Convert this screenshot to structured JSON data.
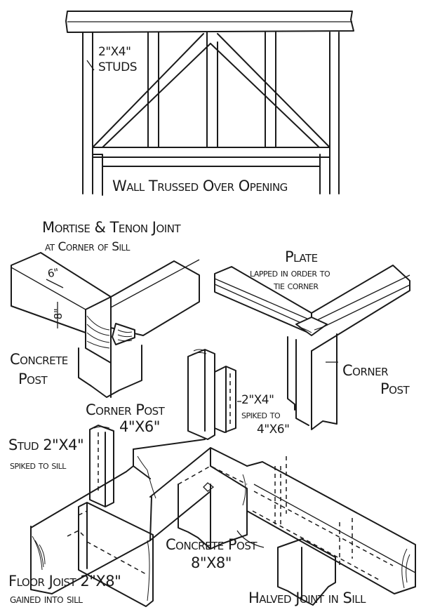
{
  "figure": {
    "panels": [
      {
        "id": "wall-truss",
        "caption": "Wall Trussed Over Opening",
        "labels": {
          "studs": [
            "2\"X4\"",
            "STUDS"
          ]
        }
      },
      {
        "id": "mortise-tenon",
        "caption": [
          "Mortise & Tenon Joint",
          "at Corner of Sill"
        ],
        "labels": {
          "width": "6\"",
          "height": "8\"",
          "post": [
            "Concrete",
            "Post"
          ]
        }
      },
      {
        "id": "plate-corner",
        "caption": [
          "Plate",
          "lapped in order to",
          "tie corner"
        ],
        "labels": {
          "post": [
            "Corner",
            "Post"
          ]
        }
      },
      {
        "id": "sill-assembly",
        "labels": {
          "corner_post": [
            "Corner Post",
            "4\"X6\""
          ],
          "spiked": [
            "2\"X4\"",
            "spiked to",
            "4\"X6\""
          ],
          "stud": [
            "Stud 2\"X4\"",
            "spiked to sill"
          ],
          "concrete_post": [
            "Concrete Post",
            "8\"X8\""
          ],
          "floor_joist": [
            "Floor Joist 2\"X8\"",
            "gained into sill"
          ],
          "halved_joint": "Halved Joint in Sill"
        }
      }
    ]
  }
}
